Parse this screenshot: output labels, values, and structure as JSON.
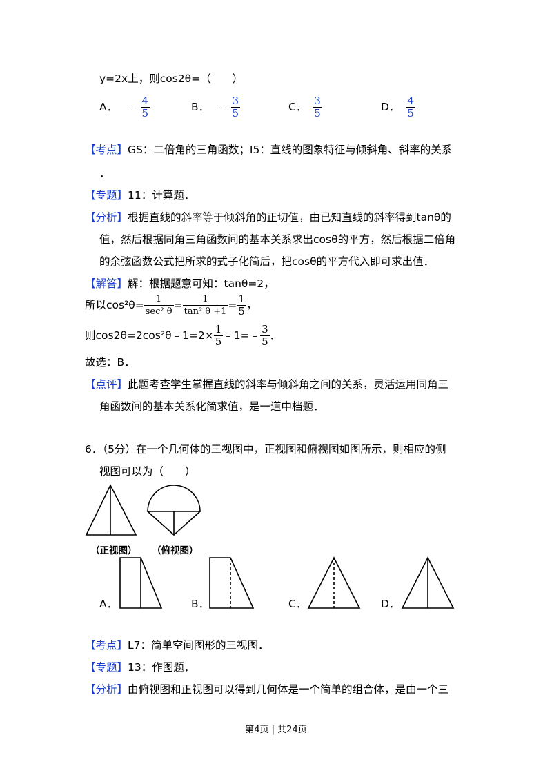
{
  "q5": {
    "stem_tail": "y=2x上，则cos2θ=（　　）",
    "opt_a_label": "A．",
    "opt_a_sign": "﹣",
    "opt_a_num": "4",
    "opt_a_den": "5",
    "opt_b_label": "B．",
    "opt_b_sign": "﹣",
    "opt_b_num": "3",
    "opt_b_den": "5",
    "opt_c_label": "C．",
    "opt_c_num": "3",
    "opt_c_den": "5",
    "opt_d_label": "D．",
    "opt_d_num": "4",
    "opt_d_den": "5",
    "kaodian_tag": "【考点】",
    "kaodian_text": "GS：二倍角的三角函数；I5：直线的图象特征与倾斜角、斜率的关系",
    "kaodian_cont": "．",
    "zhuanti_tag": "【专题】",
    "zhuanti_text": "11：计算题．",
    "fenxi_tag": "【分析】",
    "fenxi_line1": "根据直线的斜率等于倾斜角的正切值，由已知直线的斜率得到tanθ的",
    "fenxi_line2": "值，然后根据同角三角函数间的基本关系求出cosθ的平方，然后根据二倍角",
    "fenxi_line3": "的余弦函数公式把所求的式子化简后，把cosθ的平方代入即可求出值．",
    "jieda_tag": "【解答】",
    "jieda_line1": "解：根据题意可知：tanθ=2，",
    "sol2_prefix": "所以cos²θ=",
    "sol2_f1_num": "1",
    "sol2_f1_den": "sec² θ",
    "sol2_eq1": "=",
    "sol2_f2_num": "1",
    "sol2_f2_den": "tan² θ +1",
    "sol2_eq2": "=",
    "sol2_f3_num": "1",
    "sol2_f3_den": "5",
    "sol2_end": "，",
    "sol3_prefix": "则cos2θ=2cos²θ﹣1=2×",
    "sol3_f1_num": "1",
    "sol3_f1_den": "5",
    "sol3_mid": "﹣1=﹣",
    "sol3_f2_num": "3",
    "sol3_f2_den": "5",
    "sol3_end": "．",
    "guxuan": "故选：B．",
    "dianping_tag": "【点评】",
    "dianping_line1": "此题考查学生掌握直线的斜率与倾斜角之间的关系，灵活运用同角三",
    "dianping_line2": "角函数间的基本关系化简求值，是一道中档题．"
  },
  "q6": {
    "stem_line1": "6．（5分）在一个几何体的三视图中，正视图和俯视图如图所示，则相应的侧",
    "stem_line2": "视图可以为（　　）",
    "front_caption": "（正视图）",
    "top_caption": "（俯视图）",
    "opt_a_label": "A．",
    "opt_b_label": "B．",
    "opt_c_label": "C．",
    "opt_d_label": "D．",
    "kaodian_tag": "【考点】",
    "kaodian_text": "L7：简单空间图形的三视图．",
    "zhuanti_tag": "【专题】",
    "zhuanti_text": "13：作图题．",
    "fenxi_tag": "【分析】",
    "fenxi_line1": "由俯视图和正视图可以得到几何体是一个简单的组合体，是由一个三"
  },
  "footer": "第4页 | 共24页"
}
